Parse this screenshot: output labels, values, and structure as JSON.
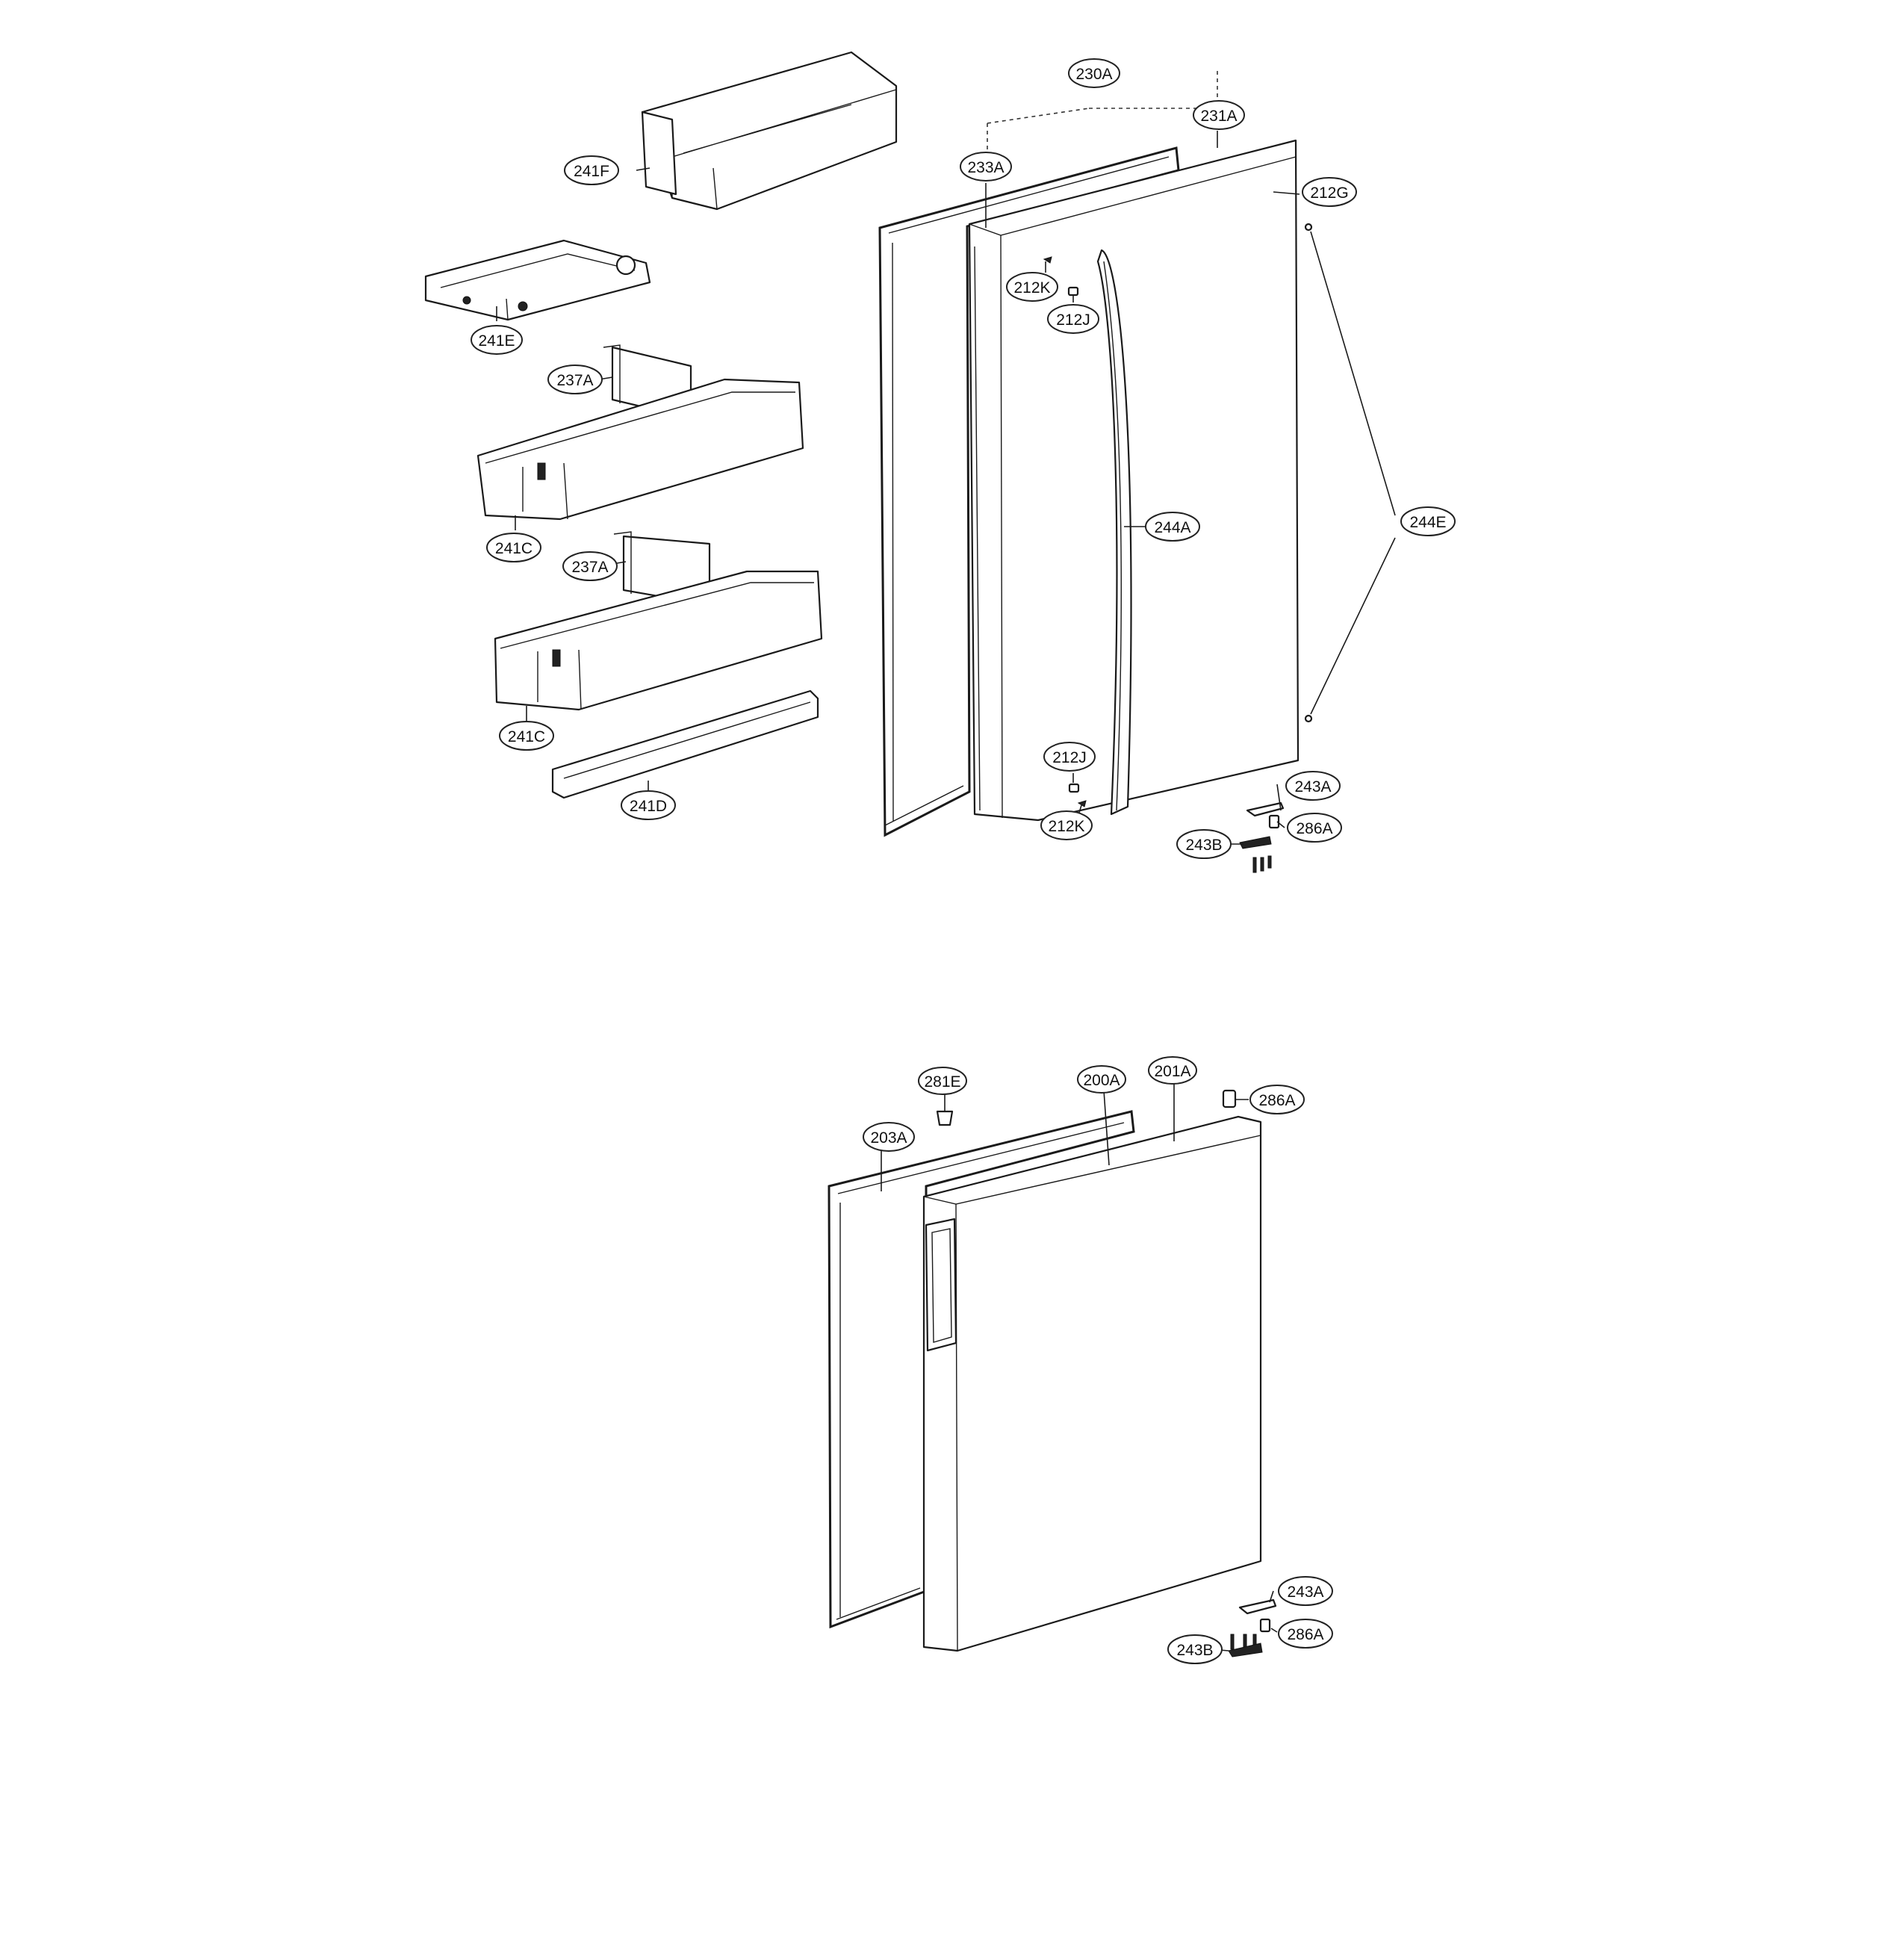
{
  "diagram": {
    "refrigerator_door_parts": {
      "230A": "230A",
      "231A": "231A",
      "233A": "233A",
      "212G": "212G",
      "212K_top": "212K",
      "212J_top": "212J",
      "244A": "244A",
      "244E": "244E",
      "212J_bottom": "212J",
      "212K_bottom": "212K",
      "243A": "243A",
      "286A": "286A",
      "243B": "243B",
      "241F": "241F",
      "241E": "241E",
      "237A_upper": "237A",
      "241C_upper": "241C",
      "237A_lower": "237A",
      "241C_lower": "241C",
      "241D": "241D"
    },
    "freezer_door_parts": {
      "281E": "281E",
      "200A": "200A",
      "201A": "201A",
      "286A_top": "286A",
      "203A": "203A",
      "243A": "243A",
      "286A_bottom": "286A",
      "243B": "243B"
    }
  }
}
